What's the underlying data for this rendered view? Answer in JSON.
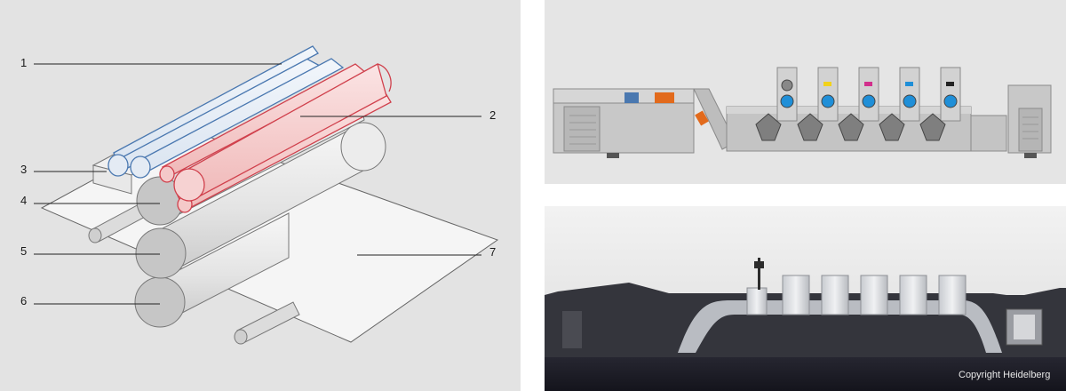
{
  "callouts": {
    "n1": "1",
    "n2": "2",
    "n3": "3",
    "n4": "4",
    "n5": "5",
    "n6": "6",
    "n7": "7"
  },
  "copyright": "Copyright Heidelberg",
  "colors": {
    "panel_bg": "#e3e3e3",
    "blue_rollers": "#4a78b0",
    "red_rollers": "#d0404c",
    "ink_cyan": "#1f8fd8",
    "ink_magenta": "#d22f8c",
    "ink_yellow": "#f2d21a",
    "ink_black": "#222222",
    "feeder_accent": "#e26a1c"
  }
}
